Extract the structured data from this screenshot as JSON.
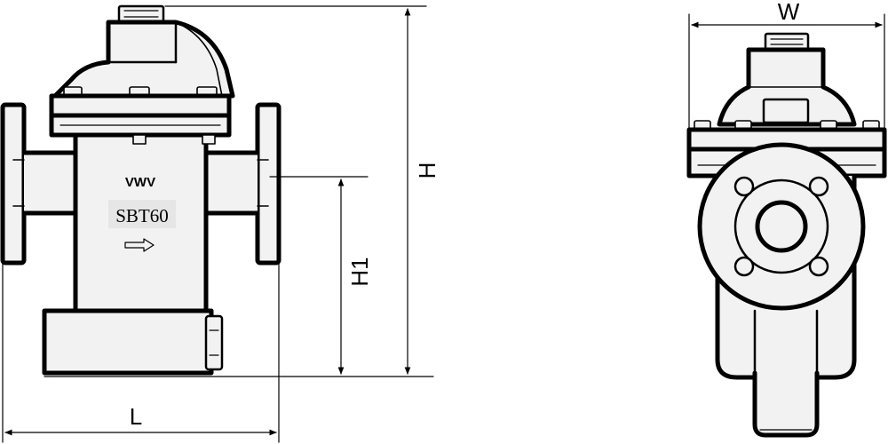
{
  "colors": {
    "line": "#000000",
    "body_fill": "#f2f2f2",
    "label_bg": "#e6e6e6",
    "background": "#ffffff"
  },
  "front_view": {
    "brand": "VWV",
    "model": "SBT60",
    "flow_arrow_icon": "flow-direction-arrow-icon"
  },
  "dimensions": {
    "length": "L",
    "height": "H",
    "center_height": "H1",
    "width": "W"
  }
}
